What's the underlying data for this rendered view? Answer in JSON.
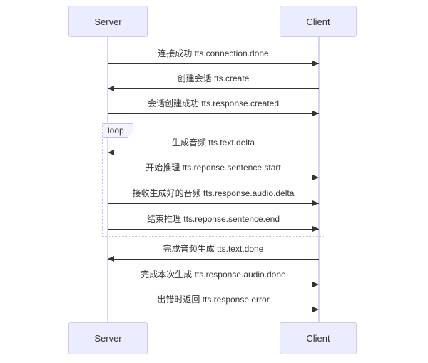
{
  "colors": {
    "actor_fill": "#ececff",
    "actor_border": "#cfc9ee",
    "lifeline": "#dad4f0",
    "loop_border": "#c7c2e4",
    "loop_label_fill": "#f4f3fd",
    "line": "#333333",
    "text": "#333333"
  },
  "diagram": {
    "type": "sequence",
    "actors": [
      {
        "id": "server",
        "label": "Server"
      },
      {
        "id": "client",
        "label": "Client"
      }
    ],
    "loop_label": "loop",
    "messages": [
      {
        "label": "连接成功 tts.connection.done",
        "from": "Server",
        "to": "Client",
        "direction": "right",
        "section": "pre-loop"
      },
      {
        "label": "创建会话 tts.create",
        "from": "Client",
        "to": "Server",
        "direction": "left",
        "section": "pre-loop"
      },
      {
        "label": "会话创建成功 tts.response.created",
        "from": "Server",
        "to": "Client",
        "direction": "right",
        "section": "pre-loop"
      },
      {
        "label": "生成音频 tts.text.delta",
        "from": "Client",
        "to": "Server",
        "direction": "left",
        "section": "loop"
      },
      {
        "label": "开始推理 tts.reponse.sentence.start",
        "from": "Server",
        "to": "Client",
        "direction": "right",
        "section": "loop"
      },
      {
        "label": "接收生成好的音频 tts.response.audio.delta",
        "from": "Server",
        "to": "Client",
        "direction": "right",
        "section": "loop"
      },
      {
        "label": "结束推理 tts.reponse.sentence.end",
        "from": "Server",
        "to": "Client",
        "direction": "right",
        "section": "loop"
      },
      {
        "label": "完成音频生成 tts.text.done",
        "from": "Client",
        "to": "Server",
        "direction": "left",
        "section": "post-loop"
      },
      {
        "label": "完成本次生成 tts.response.audio.done",
        "from": "Server",
        "to": "Client",
        "direction": "right",
        "section": "post-loop"
      },
      {
        "label": "出错时返回 tts.response.error",
        "from": "Server",
        "to": "Client",
        "direction": "right",
        "section": "post-loop"
      }
    ]
  }
}
